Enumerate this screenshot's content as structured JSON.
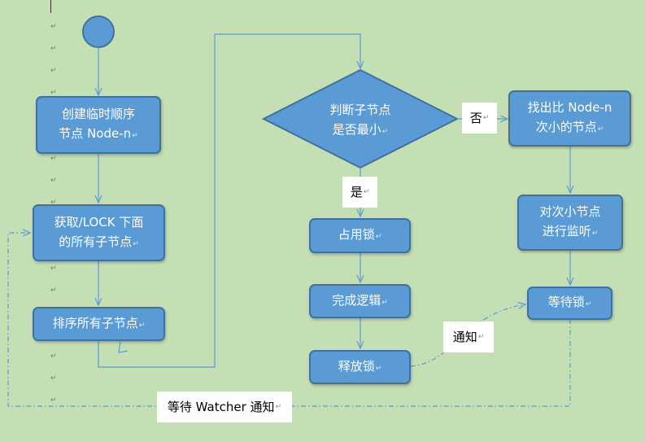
{
  "nodes": {
    "create_node": [
      "创建临时顺序",
      "节点 Node-n"
    ],
    "get_children": [
      "获取/LOCK 下面",
      "的所有子节点"
    ],
    "sort_children": "排序所有子节点",
    "check_smallest": [
      "判断子节点",
      "是否最小"
    ],
    "acquire_lock": "占用锁",
    "do_logic": "完成逻辑",
    "release_lock": "释放锁",
    "find_smaller": [
      "找出比 Node-n",
      "次小的节点"
    ],
    "watch_smaller": [
      "对次小节点",
      "进行监听"
    ],
    "wait_lock": "等待锁"
  },
  "labels": {
    "yes": "是",
    "no": "否",
    "notify": "通知",
    "wait_watcher": "等待 Watcher 通知"
  },
  "colors": {
    "background": "#c5dfb4",
    "node_fill": "#5b9bd5",
    "node_border": "#41719c",
    "connector": "#5b9bd5",
    "dashed_connector": "#5b9bd5"
  }
}
